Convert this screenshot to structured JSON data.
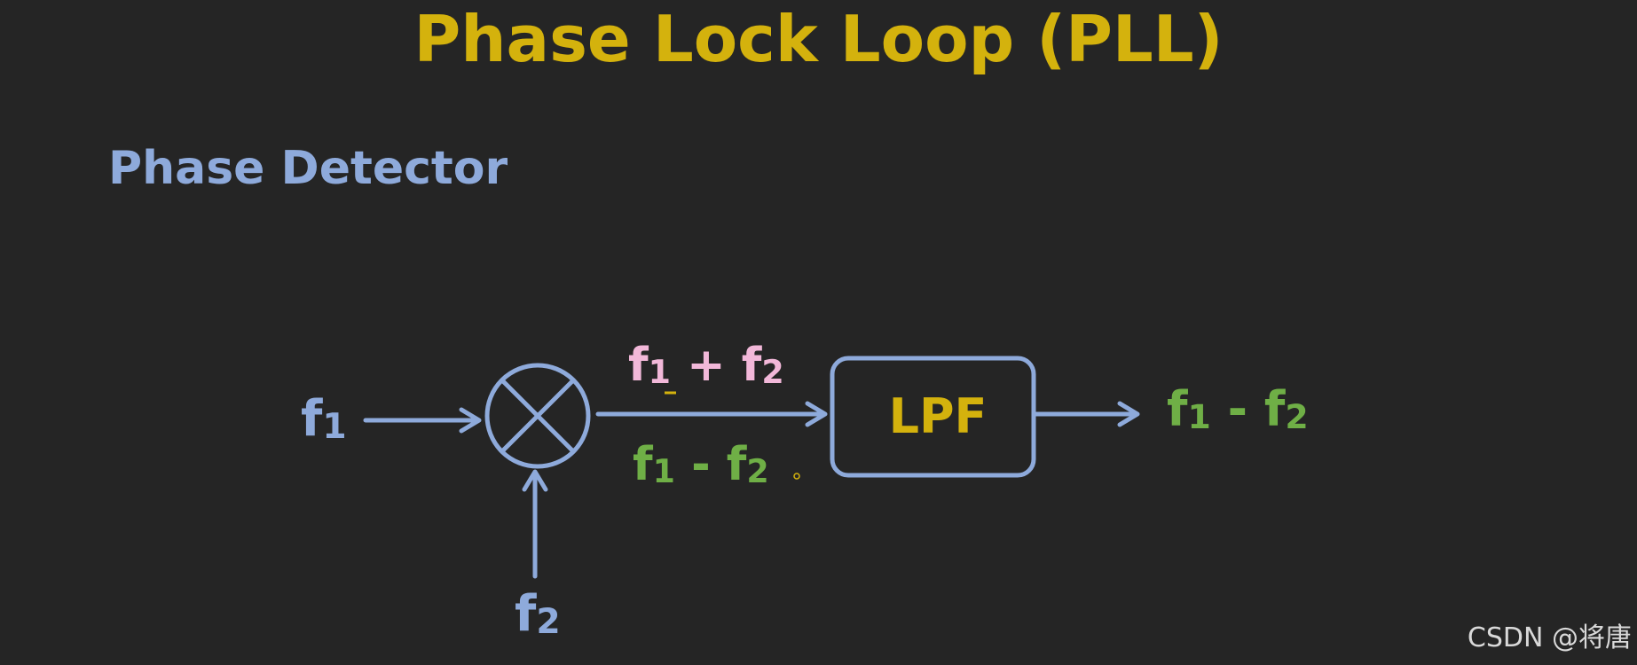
{
  "title": "Phase Lock Loop (PLL)",
  "subtitle": "Phase Detector",
  "diagram": {
    "input_1": {
      "base": "f",
      "sub": "1"
    },
    "input_2": {
      "base": "f",
      "sub": "2"
    },
    "mixer_sum": {
      "a_base": "f",
      "a_sub": "1",
      "op": "+",
      "b_base": "f",
      "b_sub": "2"
    },
    "mixer_diff": {
      "a_base": "f",
      "a_sub": "1",
      "op": "-",
      "b_base": "f",
      "b_sub": "2"
    },
    "filter_label": "LPF",
    "output": {
      "a_base": "f",
      "a_sub": "1",
      "op": "-",
      "b_base": "f",
      "b_sub": "2"
    }
  },
  "watermark": "CSDN @将唐",
  "colors": {
    "background": "#252525",
    "title": "#D4B20D",
    "blue": "#8EAADB",
    "pink": "#F2B8D9",
    "green": "#6FAF46"
  }
}
